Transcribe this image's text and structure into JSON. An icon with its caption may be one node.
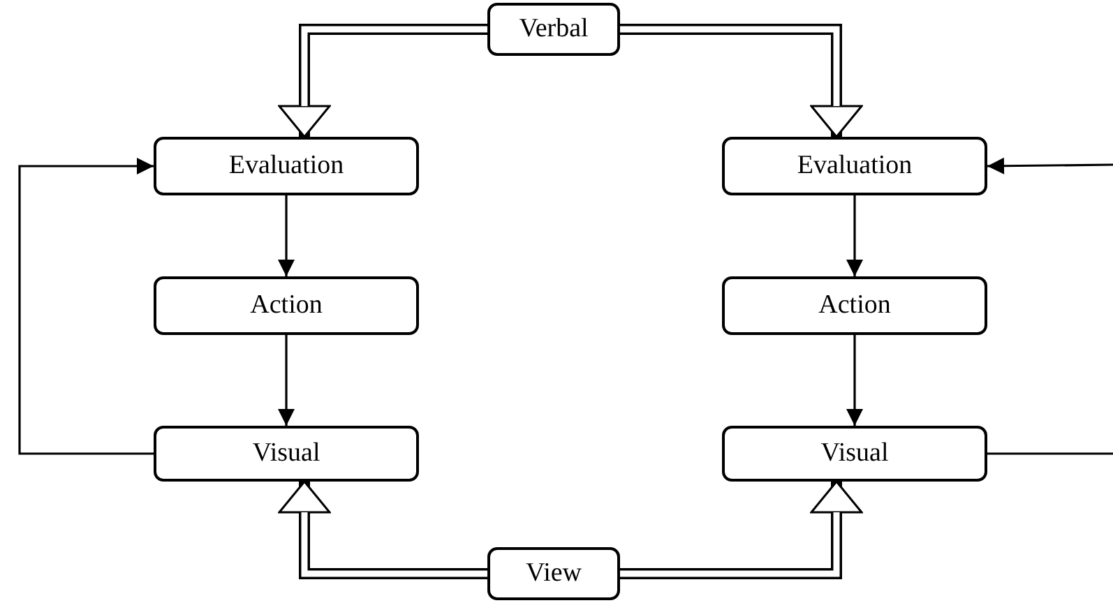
{
  "diagram": {
    "nodes": [
      {
        "text": [
          "Verbal"
        ]
      },
      {
        "text": [
          "Evaluation"
        ]
      },
      {
        "text": [
          "Evaluation"
        ]
      },
      {
        "text": [
          "Action"
        ]
      },
      {
        "text": [
          "Action"
        ]
      },
      {
        "text": [
          "Visual"
        ]
      },
      {
        "text": [
          "Visual"
        ]
      },
      {
        "text": [
          "View"
        ]
      }
    ],
    "edges": [
      {
        "from": 0,
        "to": 1,
        "arrow": "to",
        "style": "thick"
      },
      {
        "from": 0,
        "to": 2,
        "arrow": "to",
        "style": "thick"
      },
      {
        "from": 1,
        "to": 3,
        "arrow": "to"
      },
      {
        "from": 2,
        "to": 4,
        "arrow": "to"
      },
      {
        "from": 3,
        "to": 5,
        "arrow": "to"
      },
      {
        "from": 4,
        "to": 6,
        "arrow": "to"
      },
      {
        "from": 5,
        "to": 1,
        "arrow": "to"
      },
      {
        "from": null,
        "to": 2,
        "arrow": "to"
      },
      {
        "from": 6,
        "to": null,
        "arrow": "none"
      },
      {
        "from": 7,
        "to": 5,
        "arrow": "to",
        "style": "thick"
      },
      {
        "from": 7,
        "to": 6,
        "arrow": "to",
        "style": "thick"
      }
    ]
  }
}
